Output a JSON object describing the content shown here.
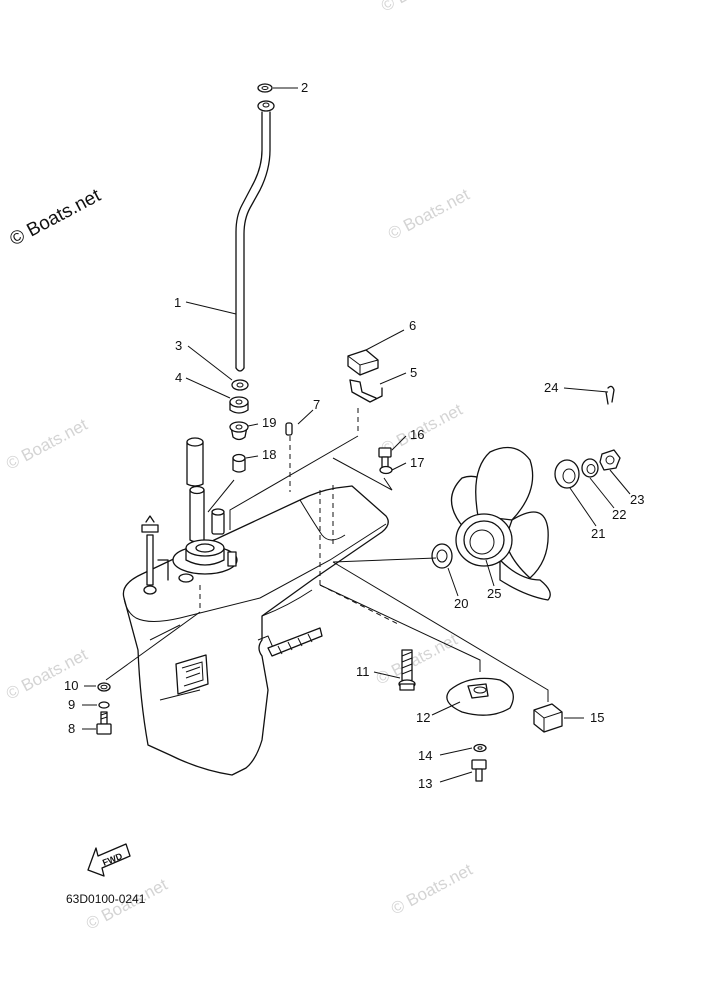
{
  "copyright": "© Boats.net",
  "watermark": "© Boats.net",
  "diagram_code": "63D0100-0241",
  "fwd_label": "FWD",
  "callouts": [
    "1",
    "2",
    "3",
    "4",
    "5",
    "6",
    "7",
    "8",
    "9",
    "10",
    "11",
    "12",
    "13",
    "14",
    "15",
    "16",
    "17",
    "18",
    "19",
    "20",
    "21",
    "22",
    "23",
    "24",
    "25"
  ]
}
